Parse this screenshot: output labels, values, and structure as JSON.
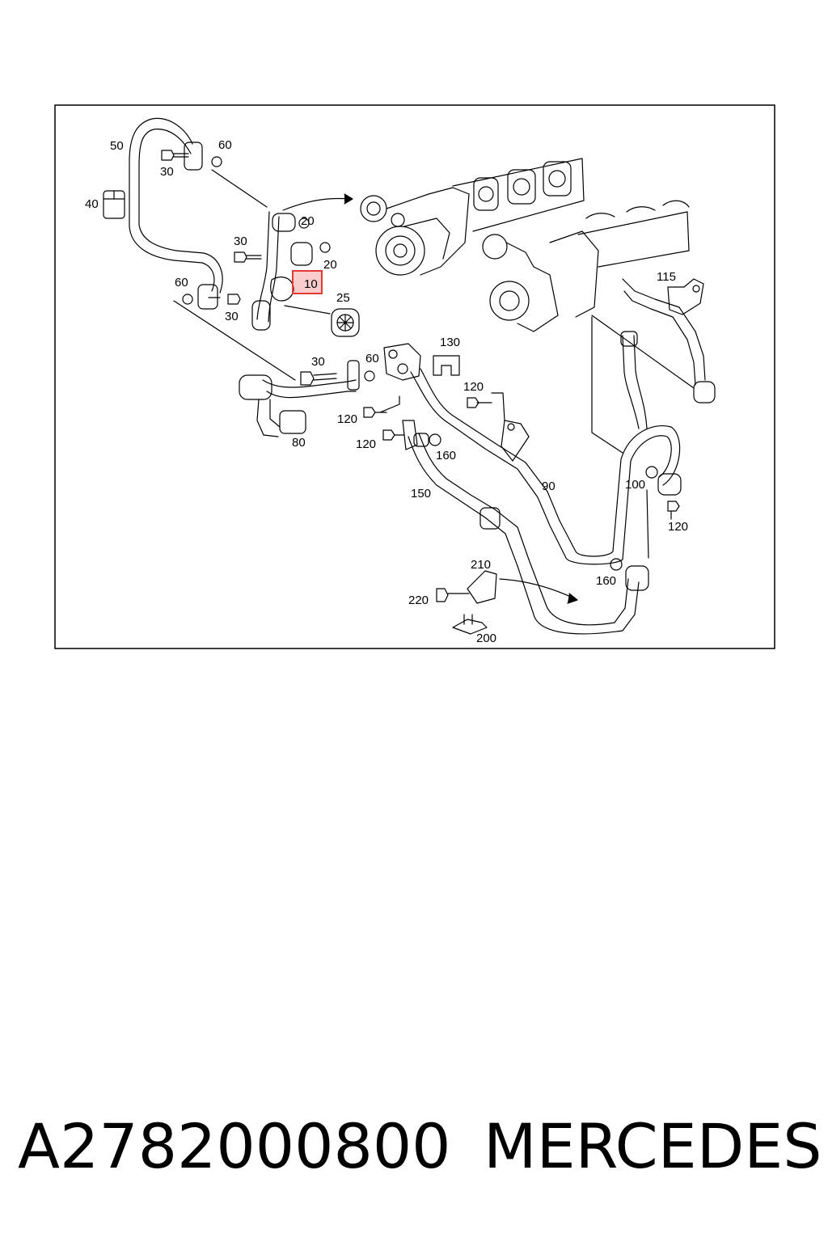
{
  "diagram": {
    "callouts": [
      "50",
      "60",
      "30",
      "40",
      "20",
      "30",
      "20",
      "10",
      "60",
      "30",
      "25",
      "30",
      "60",
      "130",
      "120",
      "120",
      "80",
      "120",
      "160",
      "150",
      "90",
      "115",
      "100",
      "120",
      "160",
      "210",
      "220",
      "200"
    ],
    "highlighted_callout": "10",
    "highlight_color": "#e53935"
  },
  "footer": {
    "part_number": "A2782000800",
    "brand": "MERCEDES"
  }
}
